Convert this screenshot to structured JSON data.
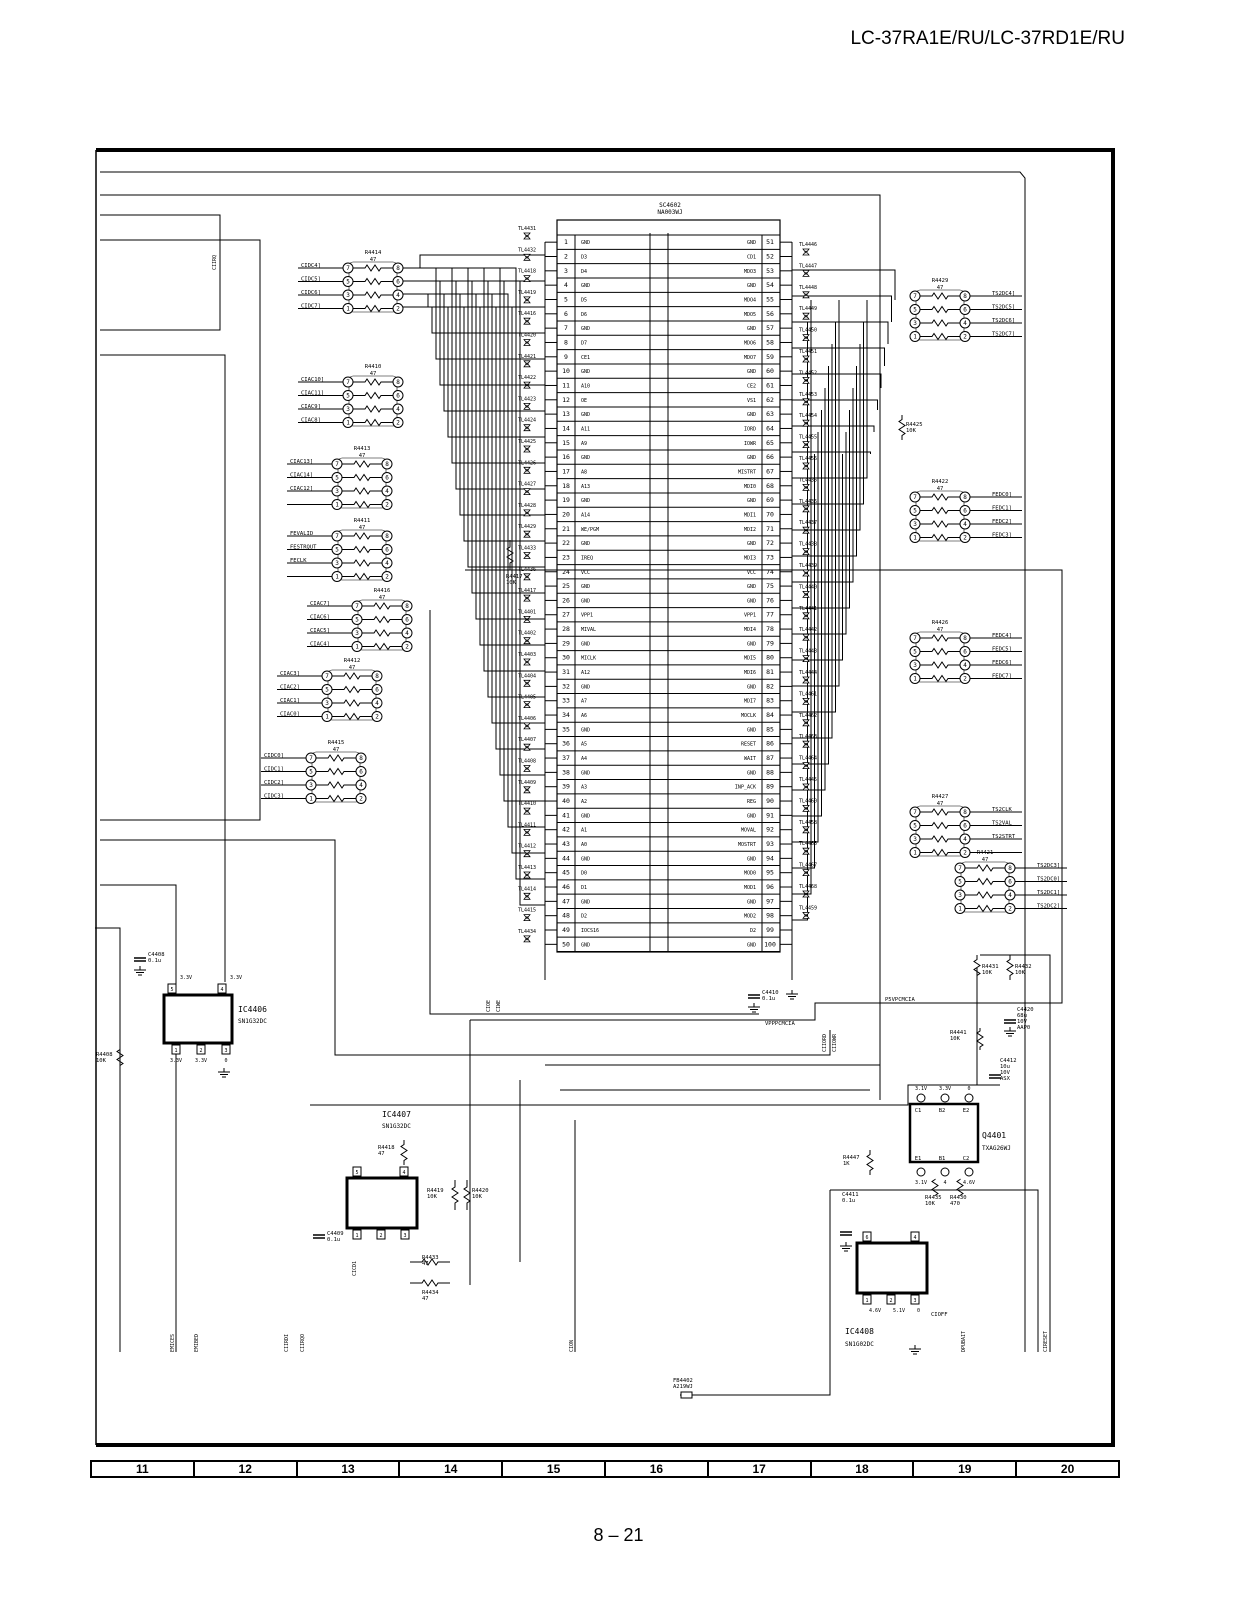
{
  "header": {
    "model": "LC-37RA1E/RU/LC-37RD1E/RU"
  },
  "footer": {
    "page": "8 – 21"
  },
  "grid": [
    "11",
    "12",
    "13",
    "14",
    "15",
    "16",
    "17",
    "18",
    "19",
    "20"
  ],
  "connector": {
    "ref": "SC4602",
    "part": "NA003WJ",
    "left_pins": [
      "GND",
      "D3",
      "D4",
      "GND",
      "D5",
      "D6",
      "GND",
      "D7",
      "CE1",
      "GND",
      "A10",
      "OE",
      "GND",
      "A11",
      "A9",
      "GND",
      "A8",
      "A13",
      "GND",
      "A14",
      "WE/PGM",
      "GND",
      "IREQ",
      "VCC",
      "GND",
      "GND",
      "VPP1",
      "MIVAL",
      "GND",
      "MICLK",
      "A12",
      "GND",
      "A7",
      "A6",
      "GND",
      "A5",
      "A4",
      "GND",
      "A3",
      "A2",
      "GND",
      "A1",
      "A0",
      "GND",
      "D0",
      "D1",
      "GND",
      "D2",
      "IOCS16",
      "GND"
    ],
    "right_pins": [
      "GND",
      "CD1",
      "MDO3",
      "GND",
      "MDO4",
      "MDO5",
      "GND",
      "MDO6",
      "MDO7",
      "GND",
      "CE2",
      "VS1",
      "GND",
      "IORD",
      "IOWR",
      "GND",
      "MISTRT",
      "MDI0",
      "GND",
      "MDI1",
      "MDI2",
      "GND",
      "MDI3",
      "VCC",
      "GND",
      "GND",
      "VPP1",
      "MDI4",
      "GND",
      "MDI5",
      "MDI6",
      "GND",
      "MDI7",
      "MOCLK",
      "GND",
      "RESET",
      "WAIT",
      "GND",
      "INP_ACK",
      "REG",
      "GND",
      "MOVAL",
      "MOSTRT",
      "GND",
      "MOD0",
      "MOD1",
      "GND",
      "MOD2",
      "D2",
      "GND"
    ],
    "tl_left": [
      "TL4431",
      "TL4432",
      "TL4418",
      "TL4419",
      "TL4416",
      "TL4420",
      "TL4421",
      "TL4422",
      "TL4423",
      "TL4424",
      "TL4425",
      "TL4426",
      "TL4427",
      "TL4428",
      "TL4429",
      "TL4433",
      "TL4436",
      "TL4417",
      "TL4401",
      "TL4402",
      "TL4403",
      "TL4404",
      "TL4405",
      "TL4406",
      "TL4407",
      "TL4408",
      "TL4409",
      "TL4410",
      "TL4411",
      "TL4412",
      "TL4413",
      "TL4414",
      "TL4415",
      "TL4434"
    ],
    "tl_right": [
      "TL4446",
      "TL4447",
      "TL4448",
      "TL4449",
      "TL4450",
      "TL4451",
      "TL4452",
      "TL4453",
      "TL4454",
      "TL4455",
      "TL4456",
      "TL4435",
      "TL4436",
      "TL4437",
      "TL4438",
      "TL4439",
      "TL4440",
      "TL4441",
      "TL4442",
      "TL4443",
      "TL4444",
      "TL4461",
      "TL4462",
      "TL4463",
      "TL4464",
      "TL4445",
      "TL4460",
      "TL4458",
      "TL4465",
      "TL4467",
      "TL4468",
      "TL4459"
    ]
  },
  "left_arrays": [
    {
      "ref": "R4414",
      "val": "47",
      "nets": [
        "CIDC4]",
        "CIDC5]",
        "CIDC6]",
        "CIDC7]"
      ]
    },
    {
      "ref": "R4410",
      "val": "47",
      "nets": [
        "CIAC10]",
        "CIAC11]",
        "CIAC9]",
        "CIAC8]"
      ]
    },
    {
      "ref": "R4413",
      "val": "47",
      "nets": [
        "CIAC13]",
        "CIAC14]",
        "CIAC12]",
        ""
      ]
    },
    {
      "ref": "R4411",
      "val": "47",
      "nets": [
        "FEVALID",
        "FESTRQUT",
        "FECLK",
        ""
      ]
    },
    {
      "ref": "R4416",
      "val": "47",
      "nets": [
        "CIAC7]",
        "CIAC6]",
        "CIAC5]",
        "CIAC4]"
      ]
    },
    {
      "ref": "R4412",
      "val": "47",
      "nets": [
        "CIAC3]",
        "CIAC2]",
        "CIAC1]",
        "CIAC0]"
      ]
    },
    {
      "ref": "R4415",
      "val": "47",
      "nets": [
        "CIDC0]",
        "CIDC1]",
        "CIDC2]",
        "CIDC3]"
      ]
    }
  ],
  "right_arrays": [
    {
      "ref": "R4429",
      "val": "47",
      "nets": [
        "TS2DC4]",
        "TS2DC5]",
        "TS2DC6]",
        "TS2DC7]"
      ]
    },
    {
      "ref": "R4422",
      "val": "47",
      "nets": [
        "FEDC0]",
        "FEDC1]",
        "FEDC2]",
        "FEDC3]"
      ]
    },
    {
      "ref": "R4426",
      "val": "47",
      "nets": [
        "FEDC4]",
        "FEDC5]",
        "FEDC6]",
        "FEDC7]"
      ]
    },
    {
      "ref": "R4427",
      "val": "47",
      "nets": [
        "TS2CLK",
        "TS2VAL",
        "TS2STRT",
        ""
      ]
    },
    {
      "ref": "R4421",
      "val": "47",
      "nets": [
        "TS2DC3]",
        "TS2DC0]",
        "TS2DC1]",
        "TS2DC2]"
      ]
    }
  ],
  "ics": {
    "ic4406": {
      "ref": "IC4406",
      "part": "SN1G32DC"
    },
    "ic4407": {
      "ref": "IC4407",
      "part": "SN1G32DC"
    },
    "ic4408": {
      "ref": "IC4408",
      "part": "SN1G02DC"
    },
    "q4401": {
      "ref": "Q4401",
      "part": "TXAG26WJ"
    }
  },
  "parts": {
    "c4408a": "C4408",
    "c4408a_v": "0.1u",
    "c4409": "C4409",
    "c4409_v": "0.1u",
    "c4410": "C4410",
    "c4410_v": "0.1u",
    "c4411": "C4411",
    "c4411_v": "0.1u",
    "c4412": "C4412",
    "c4412_v": "10u",
    "c4412_v2": "10V",
    "c4412_v3": "ASX",
    "c4420": "C4420",
    "c4420_v": "68u",
    "c4420_v2": "10V",
    "c4420_v3": "AAP0",
    "r4408": "R4408",
    "r4408_v": "10K",
    "r4417": "R4417",
    "r4417_v": "10K",
    "r4418": "R4418",
    "r4418_v": "47",
    "r4419": "R4419",
    "r4419_v": "10K",
    "r4420": "R4420",
    "r4420_v": "10K",
    "r4425": "R4425",
    "r4425_v": "10K",
    "r4431": "R4431",
    "r4431_v": "10K",
    "r4432": "R4432",
    "r4432_v": "10K",
    "r4433": "R4433",
    "r4433_v": "47",
    "r4434": "R4434",
    "r4434_v": "47",
    "r4435": "R4435",
    "r4435_v": "10K",
    "r4430": "R4430",
    "r4430_v": "470",
    "r4441": "R4441",
    "r4441_v": "10K",
    "r4447": "R4447",
    "r4447_v": "1K",
    "fb4402": "FB4402",
    "fb4402_v": "A219WJ"
  },
  "nets": {
    "ciirq": "CIIRQ",
    "cioe": "CIOE",
    "ciwe": "CIWE",
    "ciiord": "CIIORD",
    "ciiowr": "CIIOWR",
    "psvpcmcia": "P5VPCMCIA",
    "vpppcmcia": "VPPPCMCIA",
    "emice": "EMICES",
    "emibed": "EMIBED",
    "ciird": "CIIRDI",
    "ciiro": "CIIRQO",
    "cion": "CION",
    "dpubait": "DPUBAIT",
    "cireset": "CIRESET",
    "cioff": "CIOFF",
    "cicd": "CICD1"
  },
  "ic_pins": {
    "ic4406_top": [
      "5",
      "4"
    ],
    "ic4406_top_v": [
      "3.3V",
      "3.3V"
    ],
    "ic4406_bot": [
      "1",
      "2",
      "3"
    ],
    "ic4406_bot_v": [
      "3.3V",
      "3.3V",
      "0"
    ],
    "q_top": [
      "C1",
      "B2",
      "E2"
    ],
    "q_bot": [
      "E1",
      "B1",
      "C2"
    ],
    "q_top_v": [
      "3.1V",
      "3.3V",
      "0"
    ],
    "q_bot_v": [
      "3.1V",
      "4",
      "4.6V"
    ],
    "ic4408_bot_v": [
      "4.6V",
      "5.1V",
      "0"
    ]
  }
}
